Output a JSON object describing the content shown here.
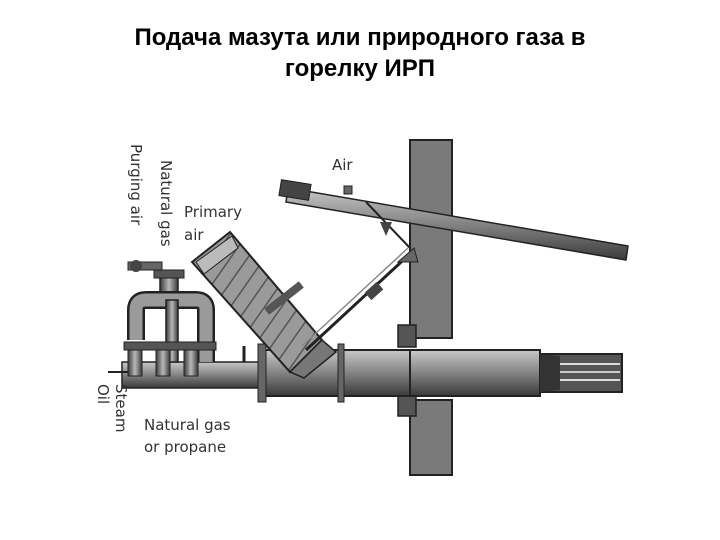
{
  "slide": {
    "title_line1": "Подача мазута или природного газа в",
    "title_line2": "горелку ИРП"
  },
  "diagram": {
    "labels": {
      "air": "Air",
      "primary_air_1": "Primary",
      "primary_air_2": "air",
      "natural_gas": "Natural gas",
      "purging_air": "Purging air",
      "steam": "Steam",
      "oil": "Oil",
      "natural_gas_propane_1": "Natural gas",
      "natural_gas_propane_2": "or propane"
    },
    "colors": {
      "metal": "#8c8c8c",
      "metal_dark": "#4a4a4a",
      "wall": "#7a7a7a",
      "line": "#222222"
    }
  }
}
